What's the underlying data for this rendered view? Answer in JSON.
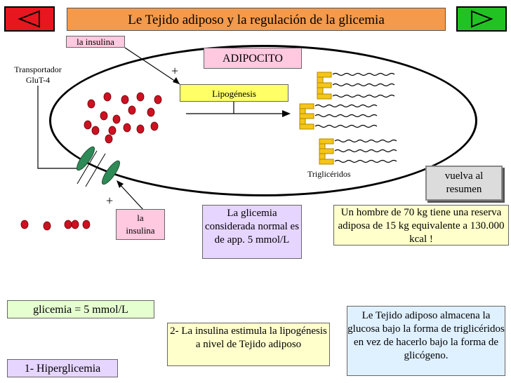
{
  "header": {
    "title": "Le Tejido adiposo y la regulación de la glicemia",
    "prev_icon": "left-arrow-icon",
    "next_icon": "right-arrow-icon"
  },
  "labels": {
    "insulina_top": "la insulina",
    "transportador": "Transportador",
    "glut4": "GluT-4",
    "plus_top": "+",
    "plus_bottom": "+",
    "adipocito": "ADIPOCITO",
    "lipogenesis": "Lipogénesis",
    "trigliceridos": "Triglicéridos",
    "insulina_bottom_1": "la",
    "insulina_bottom_2": "insulina",
    "glucosa": "glucosa"
  },
  "boxes": {
    "resumen": "vuelva al resumen",
    "glicemia_normal": "La glicemia considerada normal es de app. 5 mmol/L",
    "hombre": "Un hombre de 70 kg tiene una reserva adiposa de 15 kg equivalente a 130.000 kcal !",
    "glicemia5": "glicemia = 5 mmol/L",
    "estimula": "2- La insulina estimula la lipogénesis a nivel de Tejido adiposo",
    "tejido": "Le Tejido adiposo almacena la glucosa bajo la forma de triglicéridos en vez de hacerlo bajo la forma de glicógeno.",
    "hiperglicemia": "1- Hiperglicemia"
  },
  "colors": {
    "title_bg": "#f39a4c",
    "nav_prev_bg": "#e8161f",
    "nav_next_bg": "#23c223",
    "glucose": "#cc1122",
    "transporter": "#2e8b57",
    "triglyceride": "#f5c518"
  }
}
